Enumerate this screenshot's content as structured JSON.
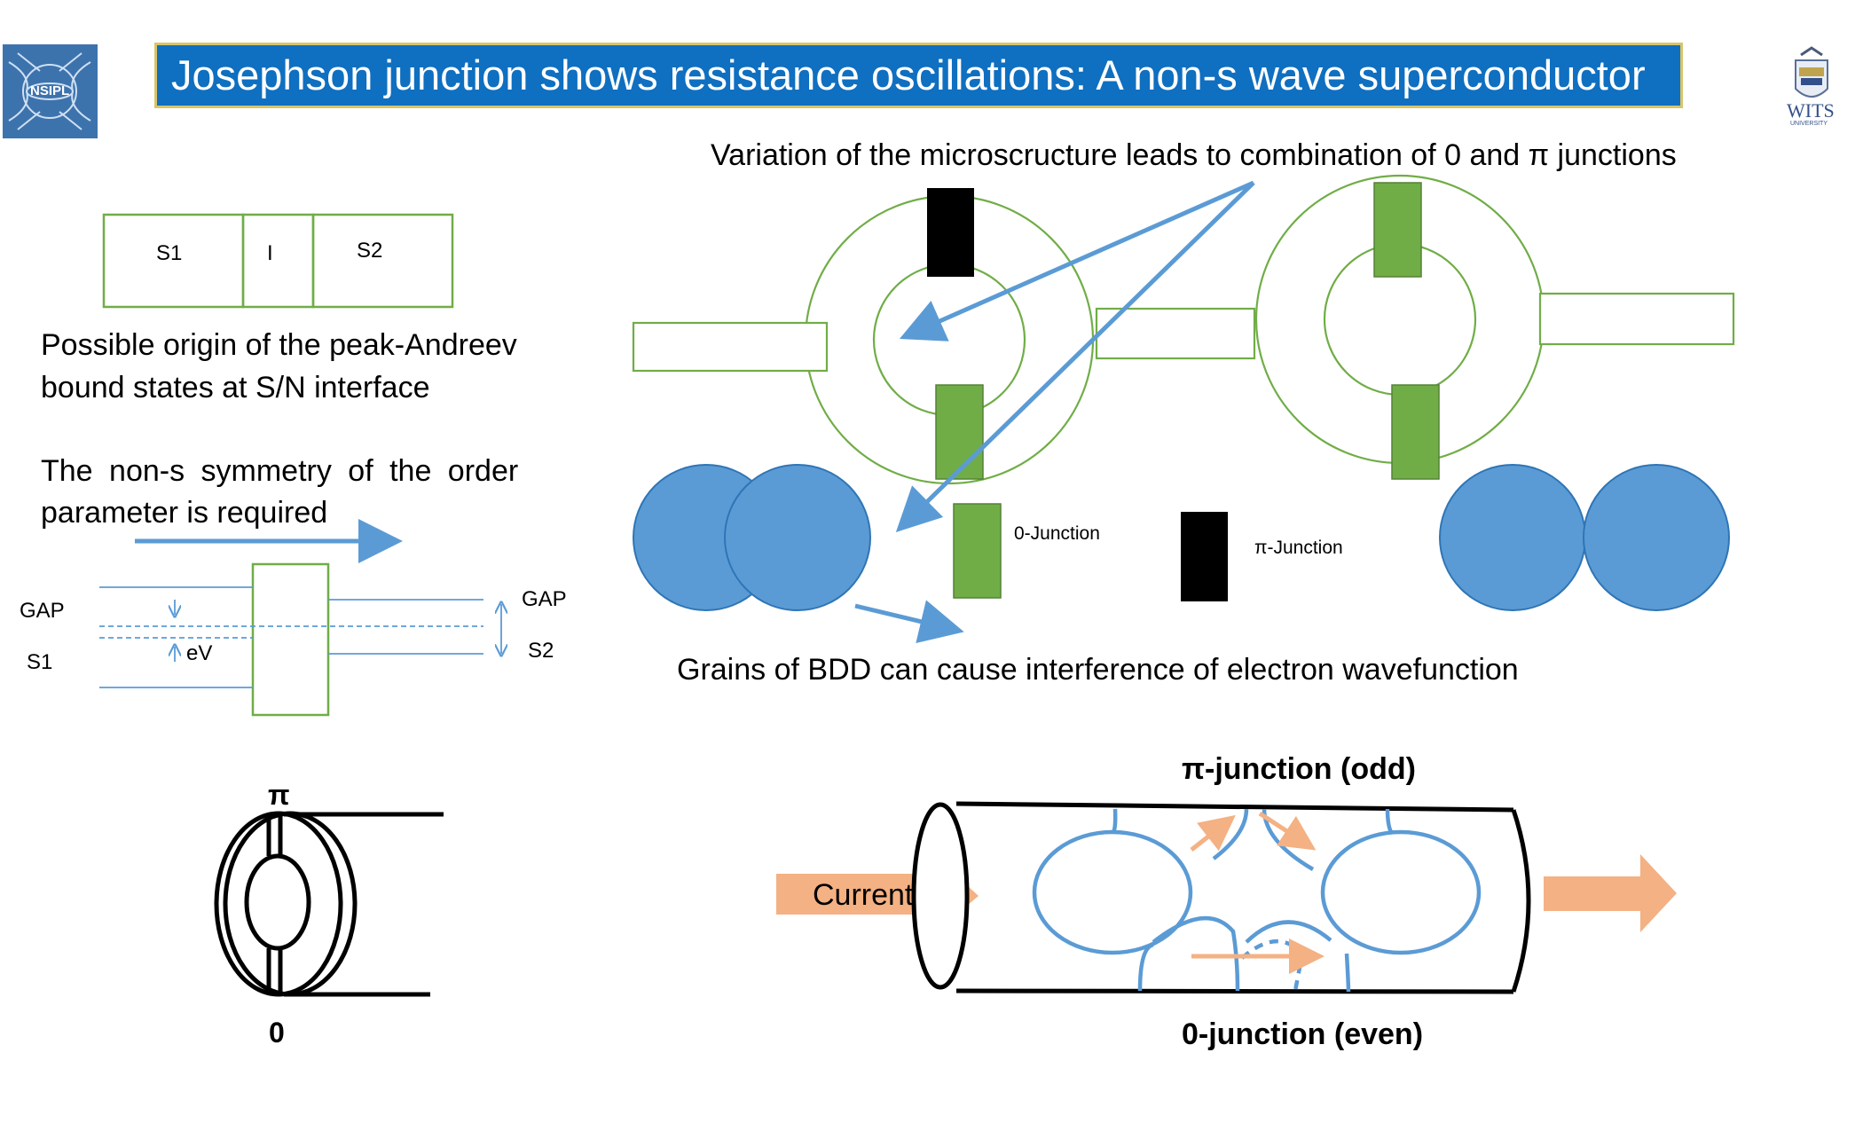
{
  "title": "Josephson junction shows resistance oscillations: A non-s wave superconductor",
  "logos": {
    "left": {
      "text": "NSIPL",
      "color": "#3d73ad"
    },
    "right": {
      "text": "WITS",
      "subtext": "UNIVERSITY"
    }
  },
  "sis": {
    "s1": "S1",
    "i": "I",
    "s2": "S2"
  },
  "text_origin_1": "Possible origin of the peak-Andreev",
  "text_origin_2": "bound states at S/N interface",
  "text_nons_1": "The non-s symmetry of the order",
  "text_nons_2": "parameter is required",
  "gap_diagram": {
    "gap_left": "GAP",
    "s1": "S1",
    "ev": "eV",
    "gap_right": "GAP",
    "s2": "S2"
  },
  "microstructure_caption": "Variation of the microscructure leads to combination of 0 and π junctions",
  "legend": {
    "zero_junction": "0-Junction",
    "pi_junction": "π-Junction"
  },
  "grains_caption": "Grains of BDD can cause interference of electron wavefunction",
  "ring": {
    "pi_label": "π",
    "zero_label": "0"
  },
  "cylinder": {
    "pi_label": "π-junction (odd)",
    "zero_label": "0-junction (even)",
    "current_label": "Current"
  },
  "colors": {
    "title_bg": "#0f6fc0",
    "green": "#70ad47",
    "blue": "#5b9bd5",
    "orange": "#f4b183",
    "outline_green": "#70ad47"
  }
}
